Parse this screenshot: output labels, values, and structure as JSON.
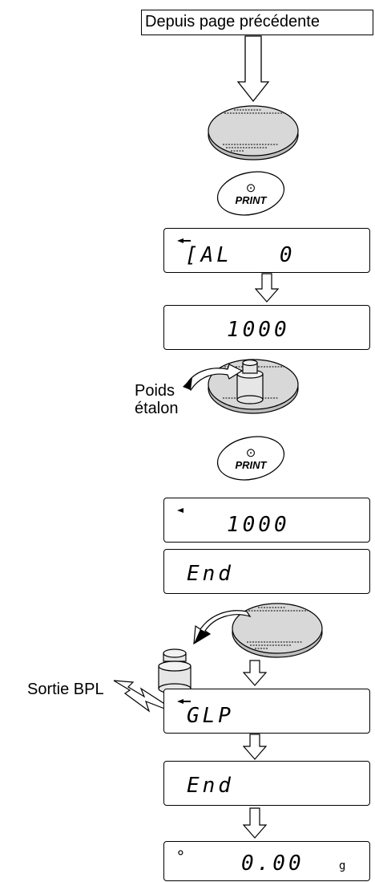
{
  "header": {
    "text": "Depuis page précédente"
  },
  "print_button_1": {
    "symbol": "⊙",
    "label": "PRINT"
  },
  "print_button_2": {
    "symbol": "⊙",
    "label": "PRINT"
  },
  "displays": {
    "cal0": {
      "text": "[AL   0"
    },
    "d1000_a": {
      "text": "1000"
    },
    "d1000_b": {
      "text": "1000"
    },
    "end_a": {
      "text": "End"
    },
    "glp": {
      "text": "GLP"
    },
    "end_b": {
      "text": "End"
    },
    "zero": {
      "value": "0.00",
      "unit": "g",
      "stable_mark": "°"
    }
  },
  "labels": {
    "weight_1": "Poids",
    "weight_2": "étalon",
    "glp_output": "Sortie BPL"
  }
}
